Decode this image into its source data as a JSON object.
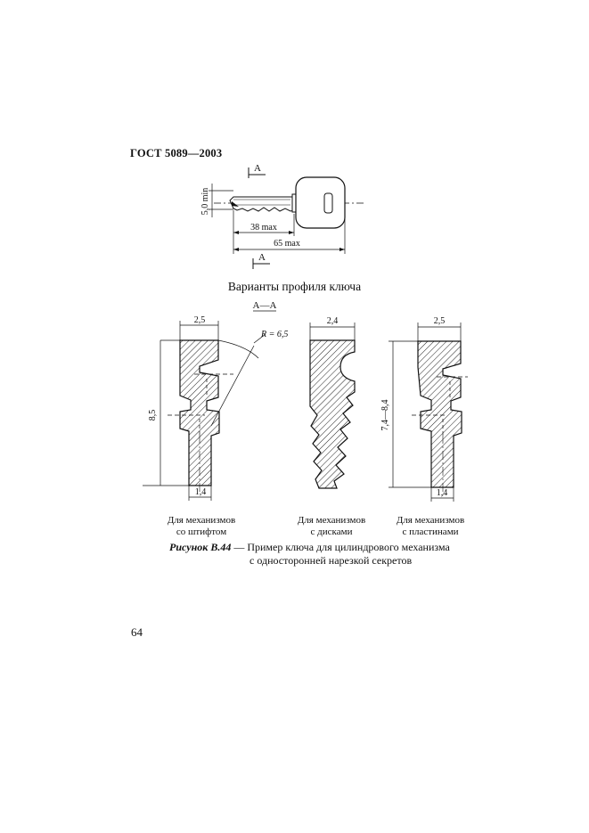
{
  "header": "ГОСТ 5089—2003",
  "key_figure": {
    "section_label_top": "A",
    "section_label_bottom": "A",
    "dim_height": "5,0 min",
    "dim_blade": "38 max",
    "dim_total": "65 max"
  },
  "variants_title": "Варианты профиля ключа",
  "section_aa": "A—A",
  "profiles": {
    "p1": {
      "top_width": "2,5",
      "radius": "R = 6,5",
      "height": "8,5",
      "bottom_width": "1,4"
    },
    "p2": {
      "top_width": "2,4"
    },
    "p3": {
      "top_width": "2,5",
      "height": "7,4—8,4",
      "bottom_width": "1,4"
    }
  },
  "captions": {
    "c1_line1": "Для механизмов",
    "c1_line2": "со штифтом",
    "c2_line1": "Для механизмов",
    "c2_line2": "с дисками",
    "c3_line1": "Для механизмов",
    "c3_line2": "с пластинами"
  },
  "figure_caption": {
    "label": "Рисунок В.44",
    "dash": " — ",
    "line1": "Пример ключа для цилиндрового механизма",
    "line2": "с односторонней нарезкой секретов"
  },
  "page_number": "64"
}
